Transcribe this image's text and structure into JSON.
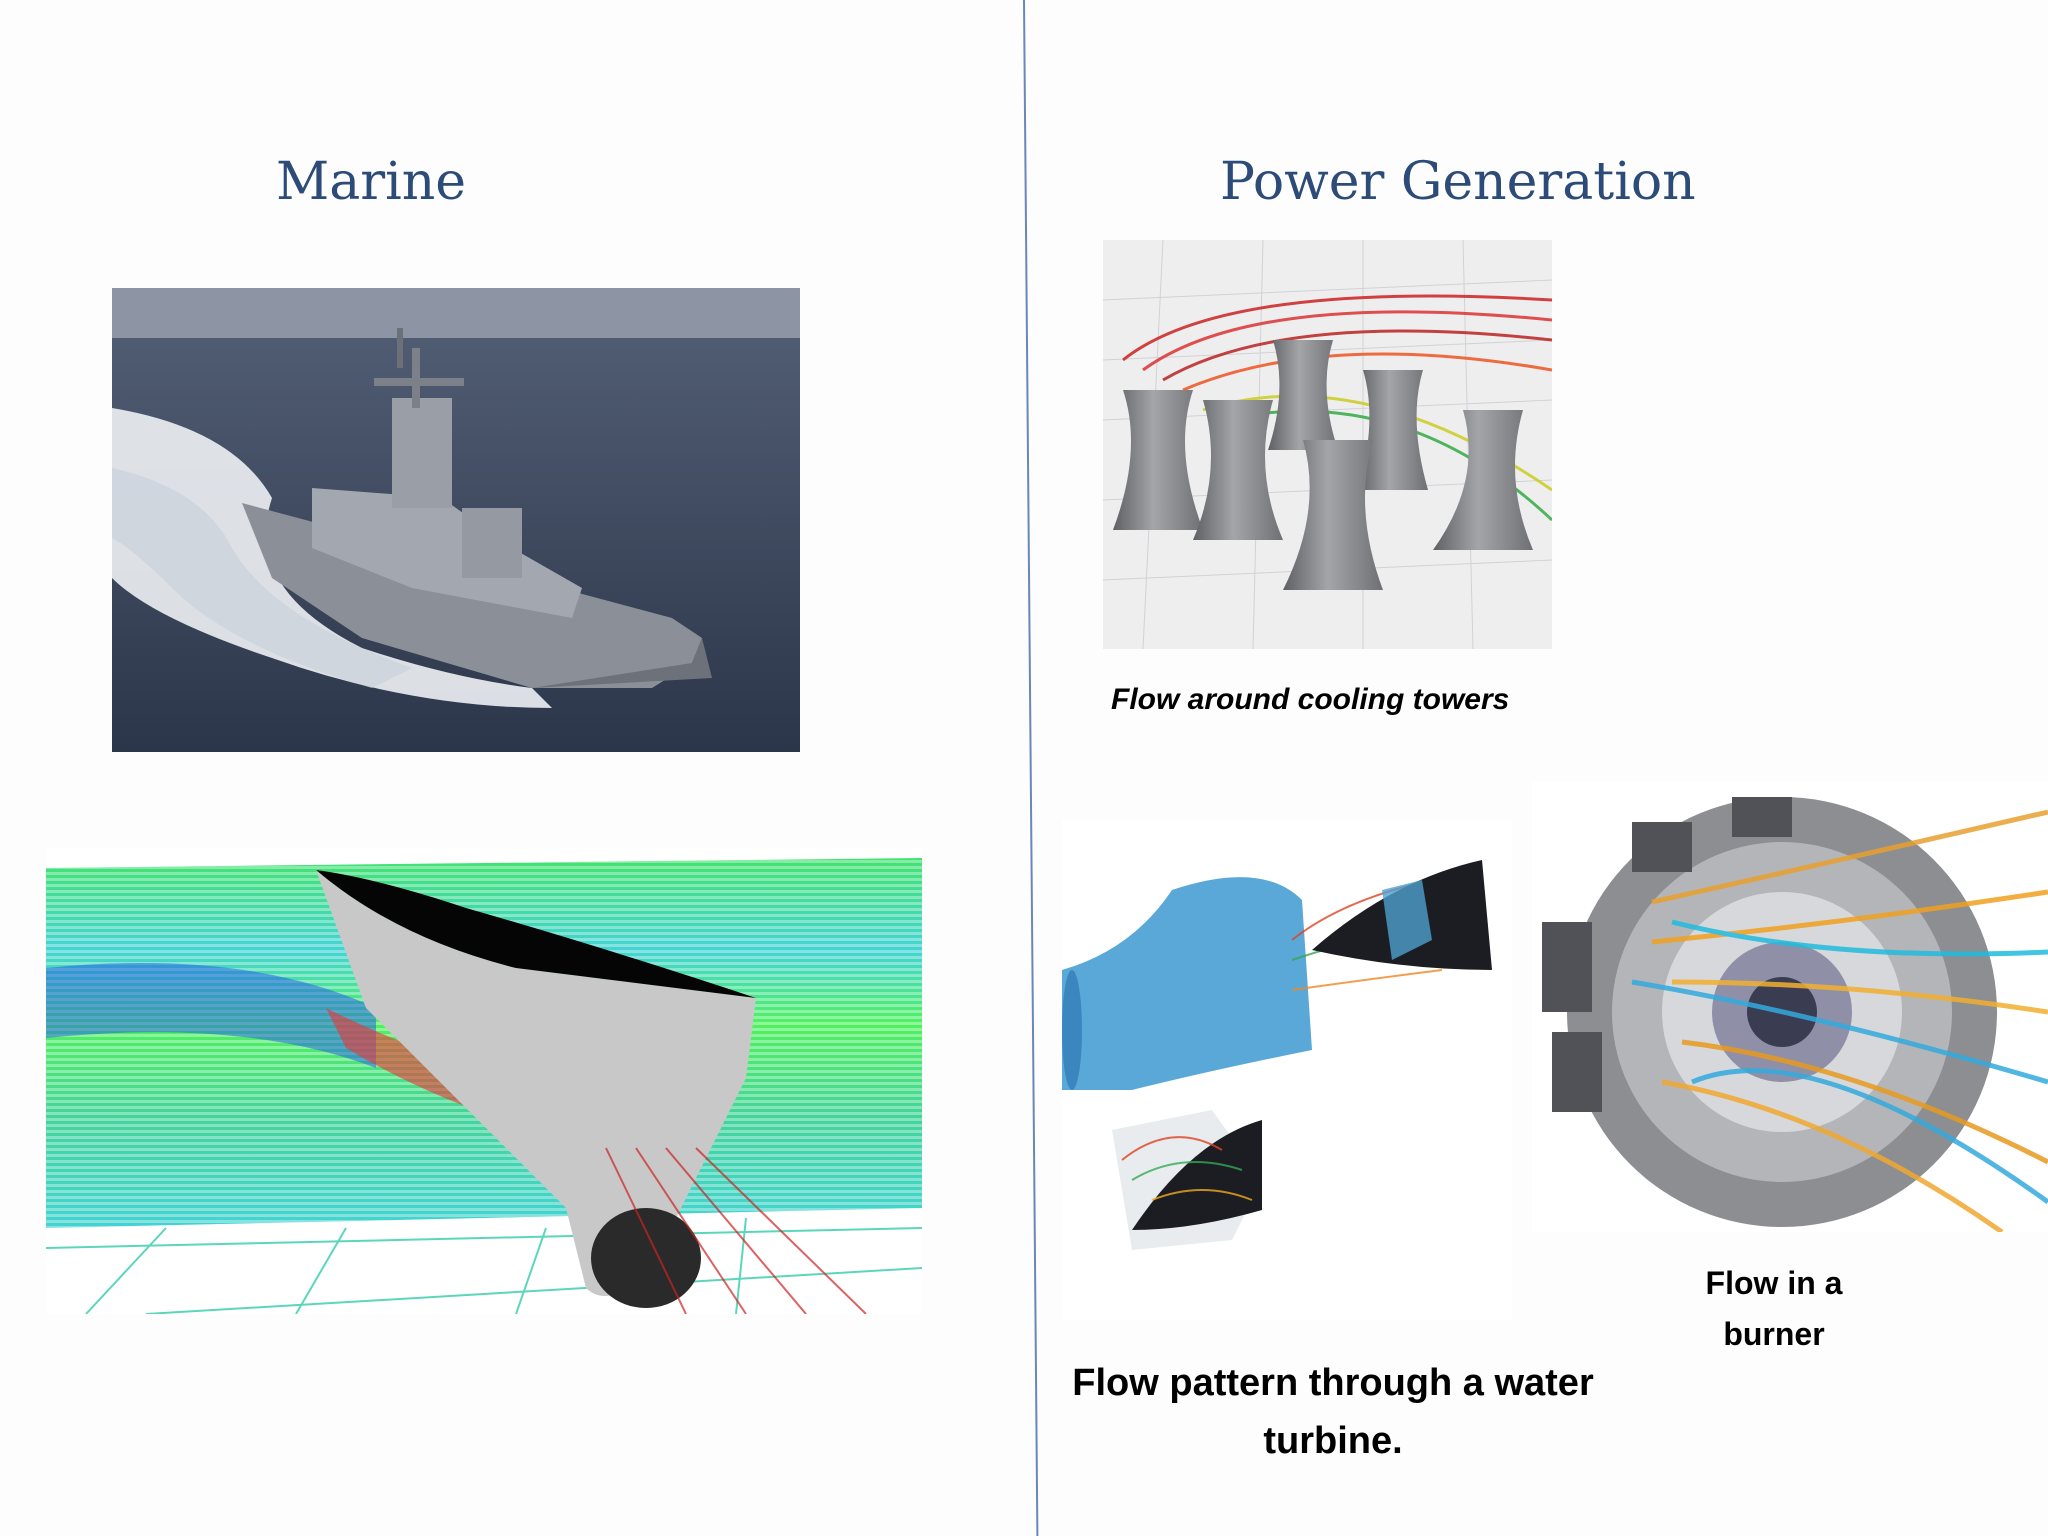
{
  "sections": {
    "marine": {
      "title": "Marine"
    },
    "power": {
      "title": "Power Generation"
    }
  },
  "captions": {
    "cooling_towers": "Flow around cooling towers",
    "burner": "Flow in a burner",
    "water_turbine": "Flow pattern through a water turbine."
  },
  "colors": {
    "title": "#2c4b78",
    "divider": "#6b86b8",
    "sea": "#3d4a60",
    "ship": "#8b9098",
    "turbine_blue": "#5aa8d8",
    "burner_grey": "#8c8e92"
  }
}
